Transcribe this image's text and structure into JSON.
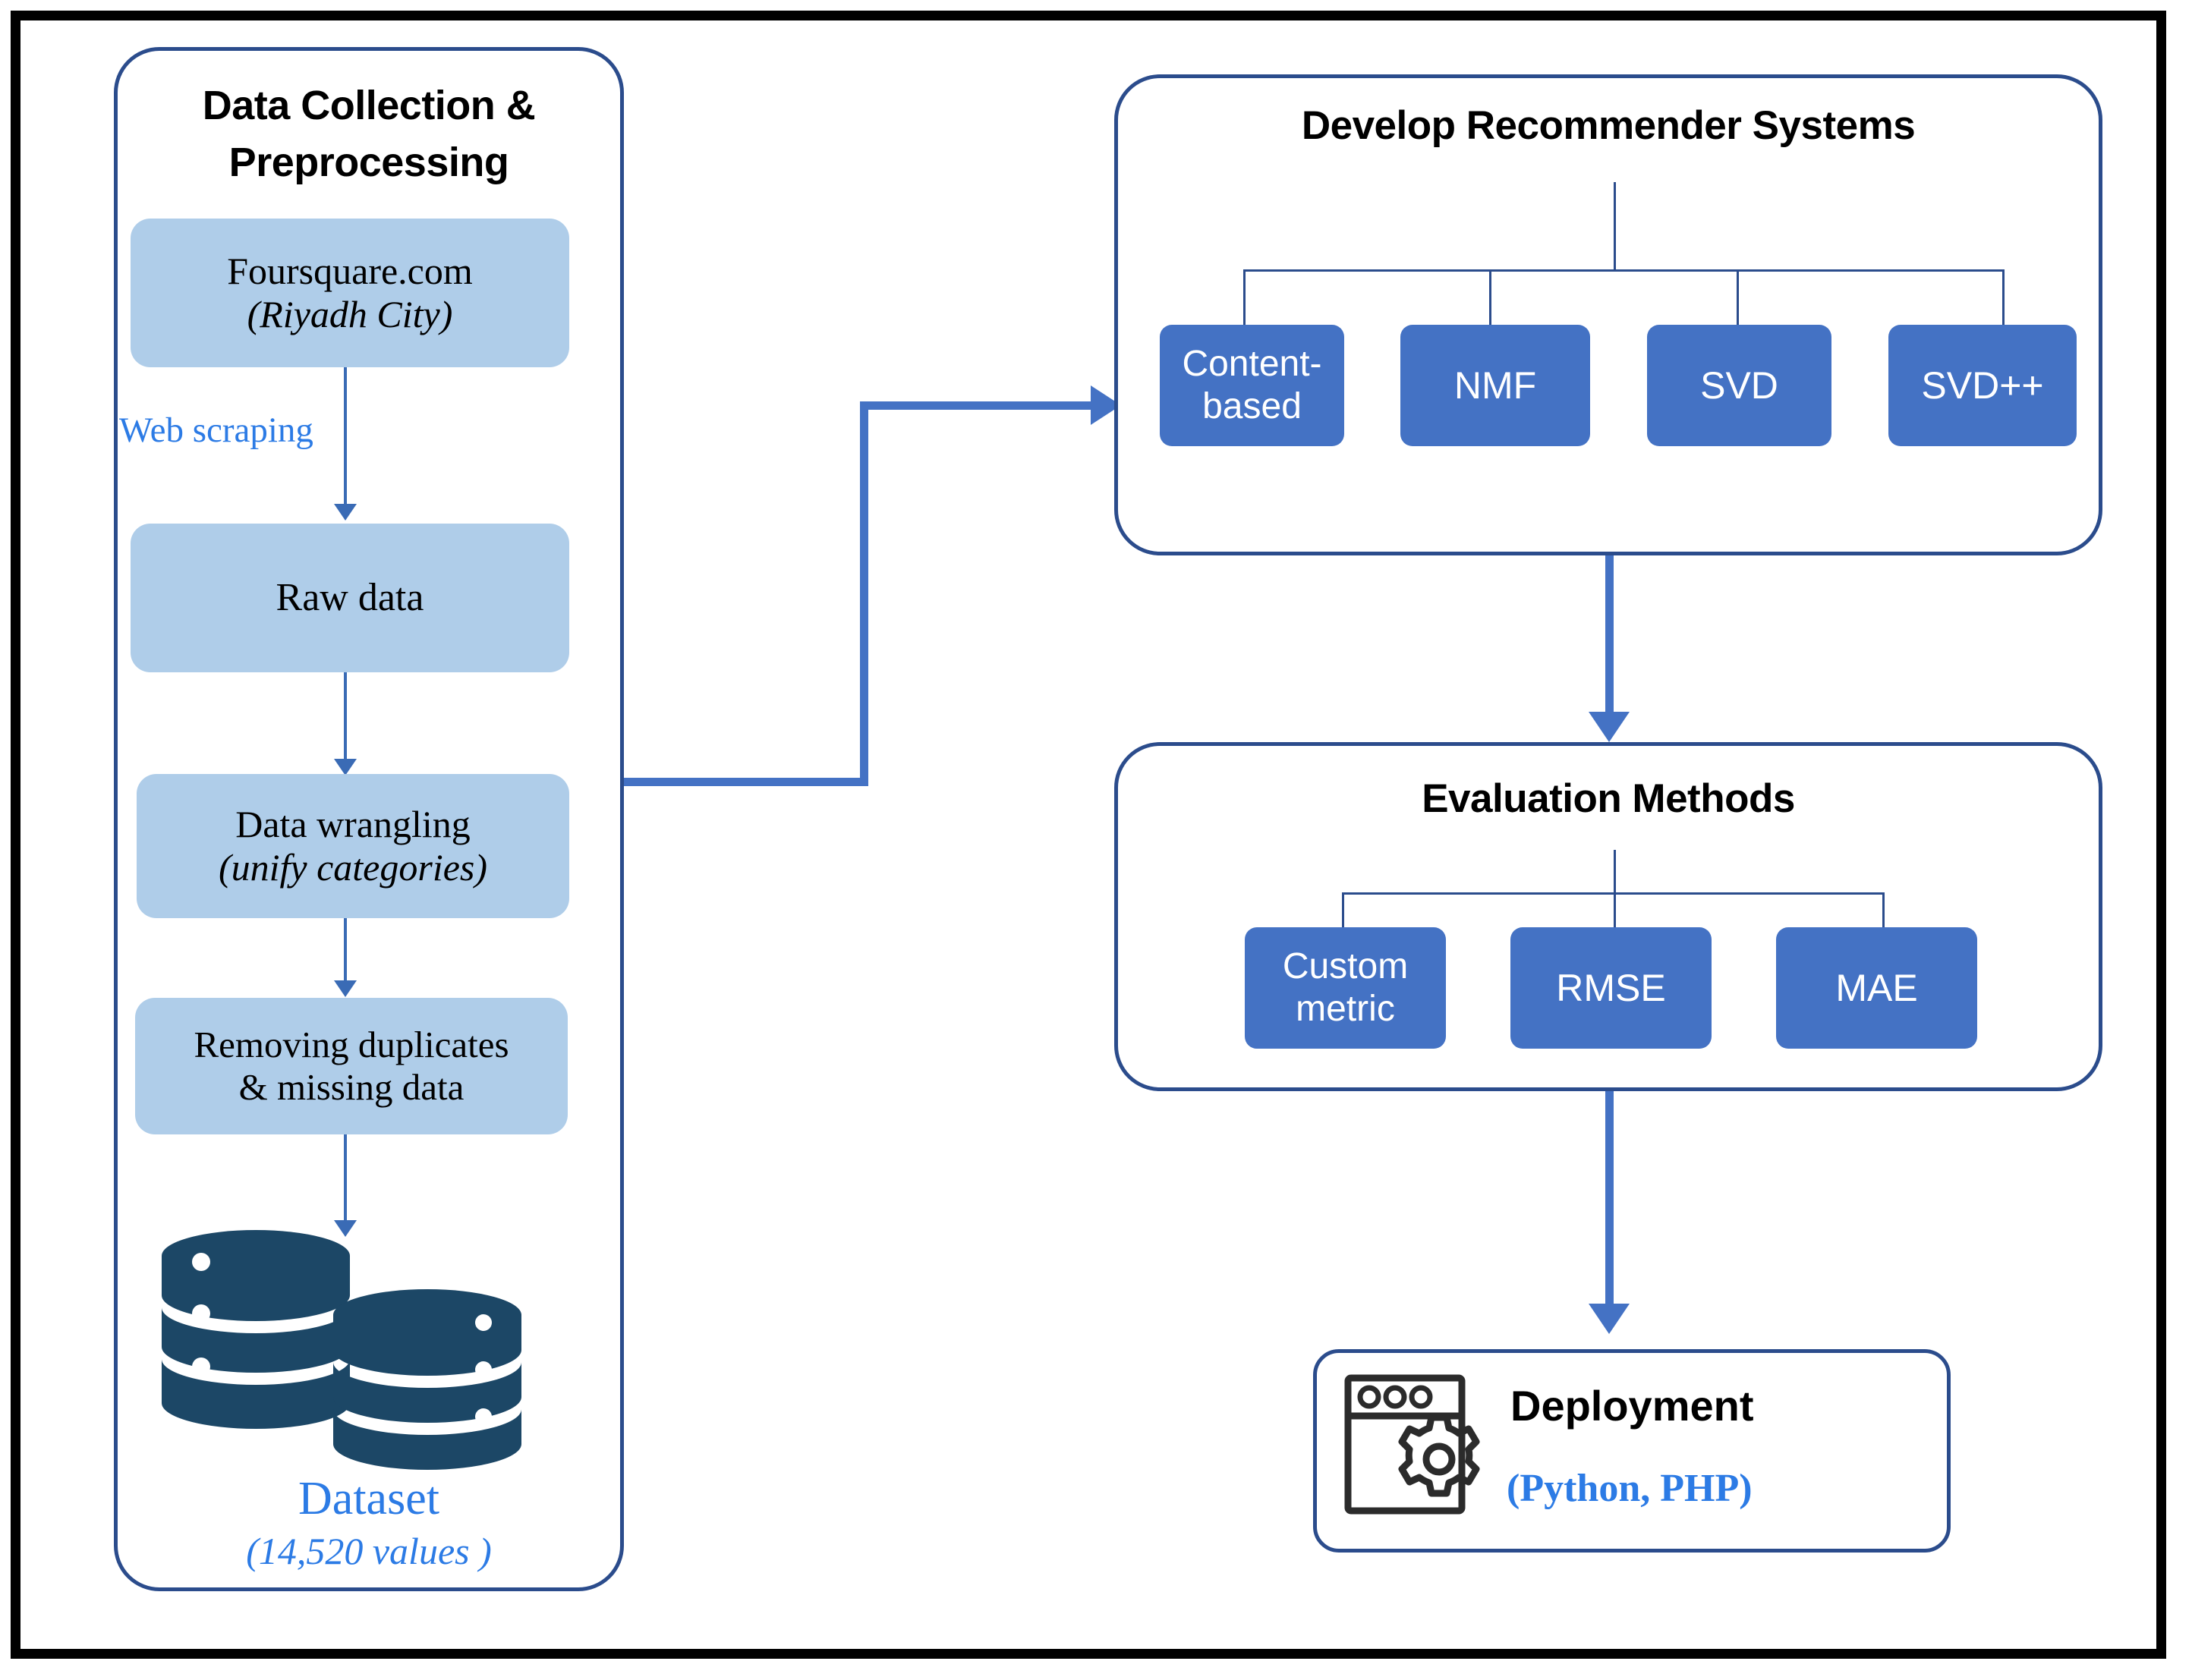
{
  "figure": {
    "title": "Recommender system research pipeline flowchart"
  },
  "colors": {
    "panel_border": "#2B4C8C",
    "light_box": "#AFCDE9",
    "dark_box": "#4472C4",
    "accent_blue_text": "#2C7BE5",
    "database_icon": "#1C4766",
    "frame": "#000000"
  },
  "left_panel": {
    "title_line1": "Data Collection &",
    "title_line2": "Preprocessing",
    "steps": [
      {
        "line1": "Foursquare.com",
        "line2": "(Riyadh City)"
      },
      {
        "line1": "Raw data",
        "line2": ""
      },
      {
        "line1": "Data wrangling",
        "line2": "(unify categories)"
      },
      {
        "line1": "Removing duplicates",
        "line2": "& missing data"
      }
    ],
    "edge_label": "Web scraping",
    "dataset_icon": "database-stack-icon",
    "dataset_label": "Dataset",
    "dataset_count": "(14,520 values )"
  },
  "develop_panel": {
    "title": "Develop Recommender Systems",
    "methods": [
      {
        "line1": "Content-",
        "line2": "based"
      },
      {
        "line1": "NMF",
        "line2": ""
      },
      {
        "line1": "SVD",
        "line2": ""
      },
      {
        "line1": "SVD++",
        "line2": ""
      }
    ]
  },
  "evaluation_panel": {
    "title": "Evaluation Methods",
    "metrics": [
      {
        "line1": "Custom",
        "line2": "metric"
      },
      {
        "line1": "RMSE",
        "line2": ""
      },
      {
        "line1": "MAE",
        "line2": ""
      }
    ]
  },
  "deployment": {
    "icon": "browser-window-gear-icon",
    "title": "Deployment",
    "subtitle": "(Python, PHP)"
  }
}
